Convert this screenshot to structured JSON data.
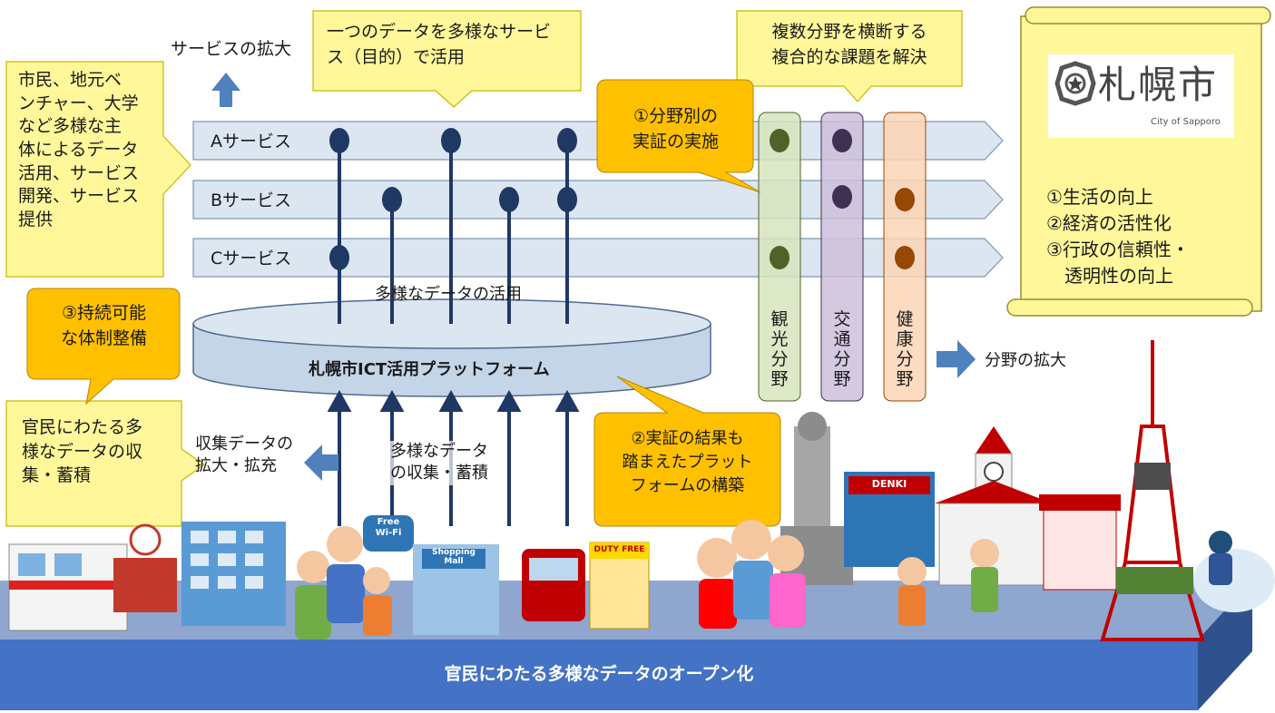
{
  "colors": {
    "callout_yellow": "#fff79a",
    "callout_border": "#c9b700",
    "orange_callout": "#ffc000",
    "service_band": "#dce6f1",
    "band_border": "#7f96b2",
    "node": "#1f3864",
    "platform": "#c5d5e8",
    "arrow_blue": "#4f81bd",
    "tourism": "#d7e4bc",
    "transport": "#ccc0da",
    "health": "#fbd5b5",
    "base_band": "#4472c4"
  },
  "top_left_label": "サービスの拡大",
  "callout_multi_use": "一つのデータを多様なサービ\nス（目的）で活用",
  "callout_cross": "複数分野を横断する\n複合的な課題を解決",
  "left_actors": "市民、地元ベ\nンチャー、大学\nなど多様な主\n体によるデータ\n活用、サービス\n開発、サービス\n提供",
  "services": [
    "Aサービス",
    "Bサービス",
    "Cサービス"
  ],
  "data_use_label": "多様なデータの活用",
  "platform_label": "札幌市ICT活用プラットフォーム",
  "step1": "①分野別の\n実証の実施",
  "step2": "②実証の結果も\n踏まえたプラット\nフォームの構築",
  "step3": "③持続可能\nな体制整備",
  "fields": [
    "観\n光\n分\n野",
    "交\n通\n分\n野",
    "健\n康\n分\n野"
  ],
  "field_expand": "分野の拡大",
  "collection_left": "官民にわたる多\n様なデータの収\n集・蓄積",
  "collection_expand": "収集データの\n拡大・拡充",
  "collection_center": "多様なデータ\nの収集・蓄積",
  "logo_text": "札幌市",
  "logo_sub": "City of Sapporo",
  "goals": "①生活の向上\n②経済の活性化\n③行政の信頼性・\n　透明性の向上",
  "scene_labels": {
    "wifi": "Free\nWi-Fi",
    "mall": "Shopping\nMall",
    "duty": "DUTY FREE",
    "denki": "DENKI"
  },
  "base_label": "官民にわたる多様なデータのオープン化"
}
